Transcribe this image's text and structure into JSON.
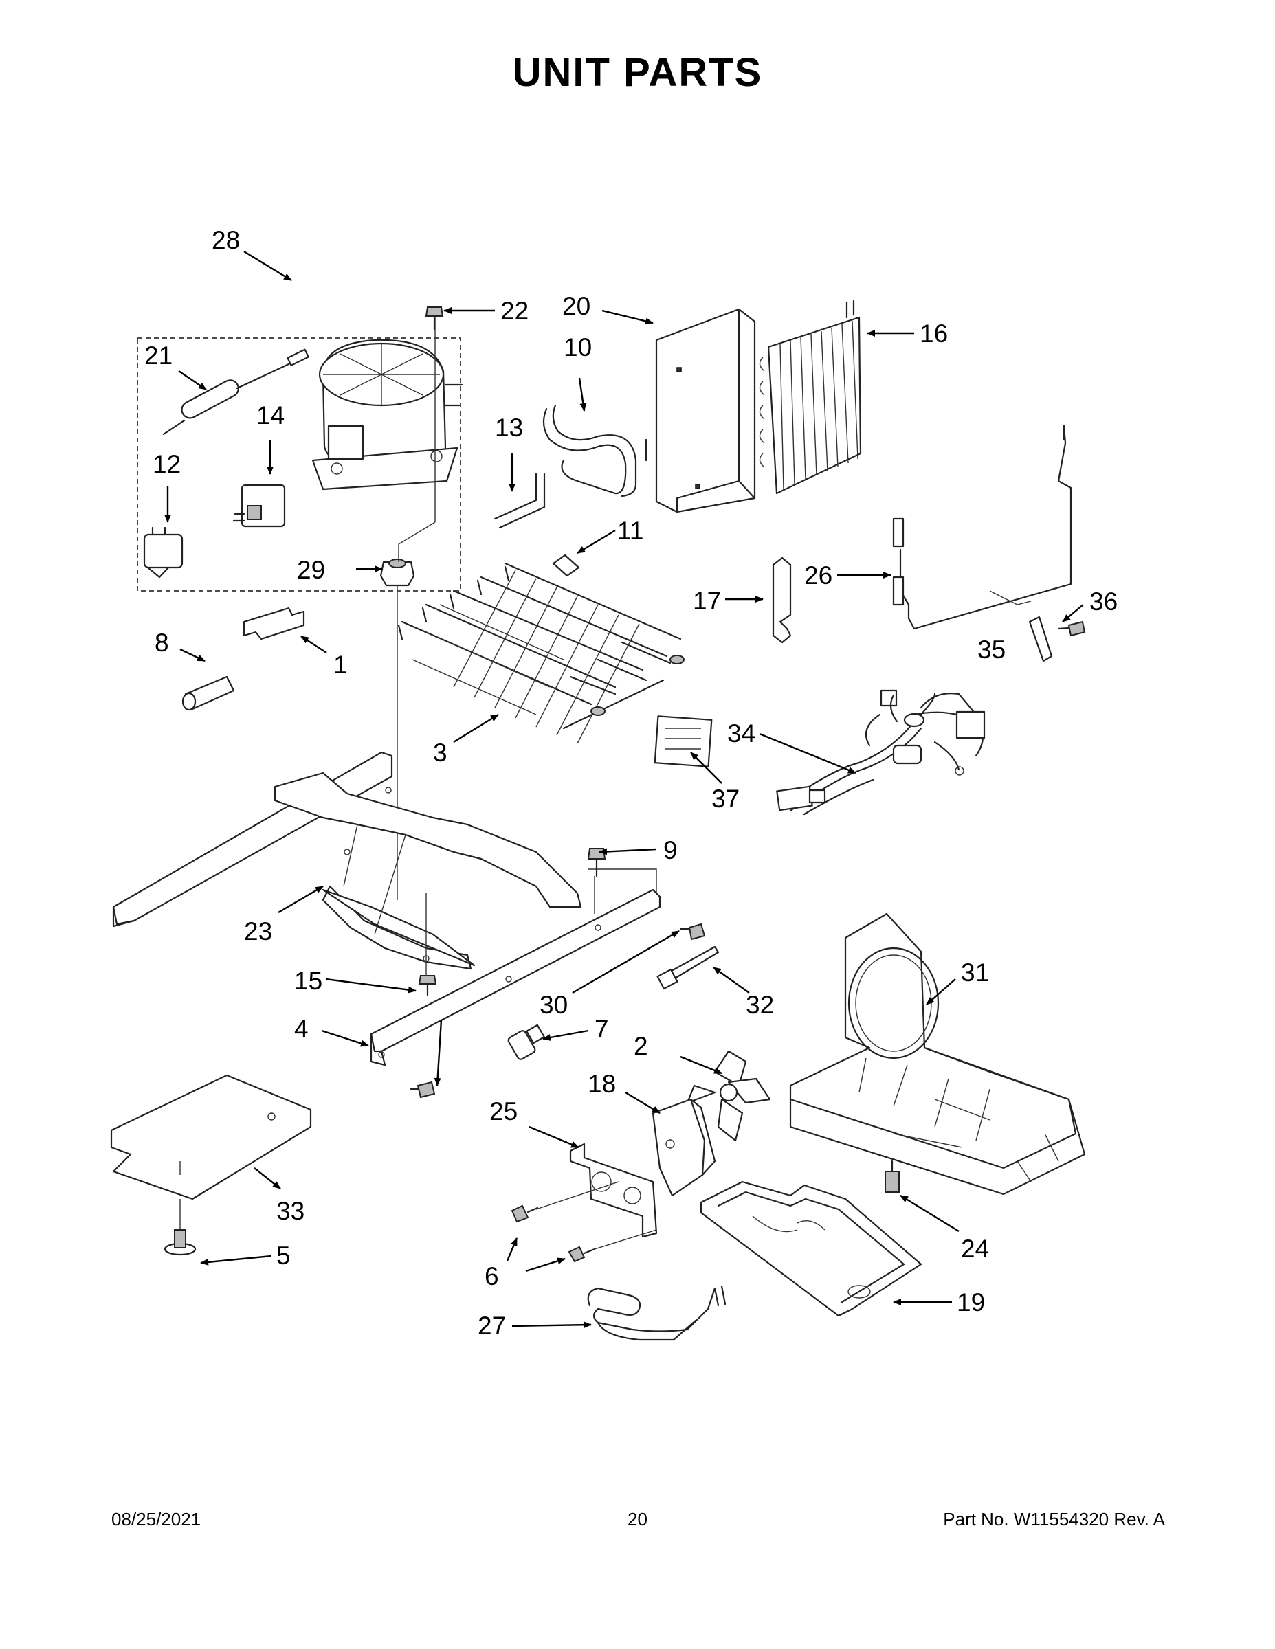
{
  "title": "UNIT PARTS",
  "callouts": [
    "1",
    "2",
    "3",
    "4",
    "5",
    "6",
    "6",
    "7",
    "8",
    "9",
    "10",
    "11",
    "12",
    "13",
    "14",
    "15",
    "16",
    "17",
    "18",
    "19",
    "20",
    "21",
    "22",
    "23",
    "24",
    "25",
    "26",
    "27",
    "28",
    "29",
    "30",
    "30",
    "31",
    "32",
    "33",
    "34",
    "35",
    "36",
    "37"
  ],
  "footer": {
    "date": "08/25/2021",
    "page": "20",
    "part": "Part No.  W11554320  Rev.  A"
  }
}
